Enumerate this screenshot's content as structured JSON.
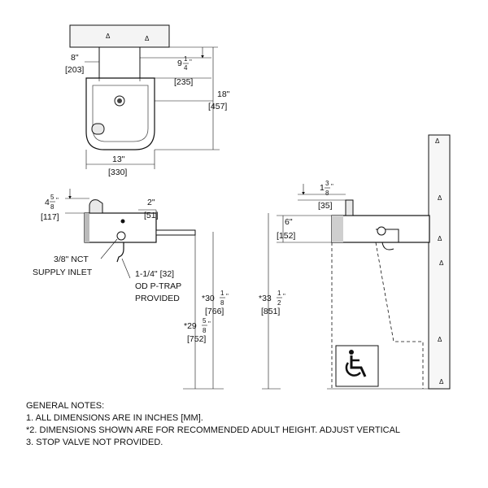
{
  "plan_view": {
    "width_label": "13\"",
    "width_mm": "[330]",
    "depth_label": "18\"",
    "depth_mm": "[457]",
    "mount_width_label": "8\"",
    "mount_width_mm": "[203]",
    "mount_height_label": "9",
    "mount_height_frac_num": "1",
    "mount_height_frac_den": "4",
    "mount_height_unit": "\"",
    "mount_height_mm": "[235]"
  },
  "side_view_left": {
    "height_label": "4",
    "height_frac_num": "5",
    "height_frac_den": "8",
    "height_unit": "\"",
    "height_mm": "[117]",
    "offset_label": "2\"",
    "offset_mm": "[51]",
    "supply_label_line1": "3/8\" NCT",
    "supply_label_line2": "SUPPLY INLET",
    "trap_label_line1": "1-1/4\" [32]",
    "trap_label_line2": "OD P-TRAP",
    "trap_label_line3": "PROVIDED",
    "rim_height_prefix": "*30",
    "rim_height_frac_num": "1",
    "rim_height_frac_den": "8",
    "rim_height_unit": "\"",
    "rim_height_mm": "[766]",
    "bottom_height_prefix": "*29",
    "bottom_height_frac_num": "5",
    "bottom_height_frac_den": "8",
    "bottom_height_unit": "\"",
    "bottom_height_mm": "[752]"
  },
  "side_view_right": {
    "bubbler_height_label": "1",
    "bubbler_frac_num": "3",
    "bubbler_frac_den": "8",
    "bubbler_unit": "\"",
    "bubbler_mm": "[35]",
    "body_height_label": "6\"",
    "body_height_mm": "[152]",
    "spout_height_prefix": "*33",
    "spout_frac_num": "1",
    "spout_frac_den": "2",
    "spout_unit": "\"",
    "spout_mm": "[851]"
  },
  "notes": {
    "heading": "GENERAL NOTES:",
    "items": [
      "1. ALL DIMENSIONS ARE IN INCHES [MM].",
      "*2. DIMENSIONS SHOWN ARE FOR RECOMMENDED ADULT HEIGHT. ADJUST VERTICAL",
      "3. STOP VALVE NOT PROVIDED."
    ]
  },
  "icons": {
    "accessibility": "wheelchair-icon"
  }
}
